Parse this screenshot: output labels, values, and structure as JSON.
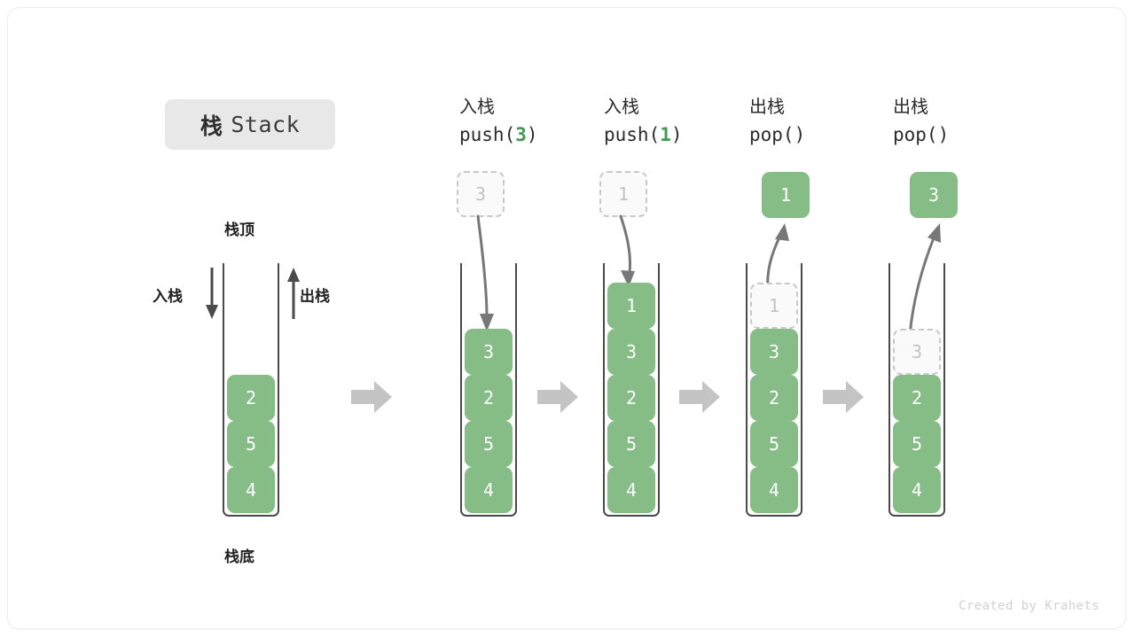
{
  "title": {
    "cn": "栈",
    "en": "Stack"
  },
  "labels": {
    "stack_top": "栈顶",
    "stack_bottom": "栈底",
    "push_side": "入栈",
    "pop_side": "出栈"
  },
  "colors": {
    "element_green": "#86bd86",
    "arg_green": "#3f9b52",
    "ghost_border": "#c9c9c9",
    "ghost_text": "#c3c3c3",
    "wall": "#4a4a4a",
    "block_arrow": "#c4c4c4",
    "motion_arrow": "#777777",
    "badge_bg": "#e8e8e8"
  },
  "steps": [
    {
      "id": "initial",
      "header_cn": "",
      "header_code_prefix": "",
      "header_code_arg": "",
      "header_code_suffix": "",
      "stack": [
        {
          "value": "4",
          "state": "solid"
        },
        {
          "value": "5",
          "state": "solid"
        },
        {
          "value": "2",
          "state": "solid"
        }
      ],
      "float_box": null
    },
    {
      "id": "push-3",
      "header_cn": "入栈",
      "header_code_prefix": "push(",
      "header_code_arg": "3",
      "header_code_suffix": ")",
      "stack": [
        {
          "value": "4",
          "state": "solid"
        },
        {
          "value": "5",
          "state": "solid"
        },
        {
          "value": "2",
          "state": "solid"
        },
        {
          "value": "3",
          "state": "solid"
        }
      ],
      "float_box": {
        "value": "3",
        "state": "ghost"
      }
    },
    {
      "id": "push-1",
      "header_cn": "入栈",
      "header_code_prefix": "push(",
      "header_code_arg": "1",
      "header_code_suffix": ")",
      "stack": [
        {
          "value": "4",
          "state": "solid"
        },
        {
          "value": "5",
          "state": "solid"
        },
        {
          "value": "2",
          "state": "solid"
        },
        {
          "value": "3",
          "state": "solid"
        },
        {
          "value": "1",
          "state": "solid"
        }
      ],
      "float_box": {
        "value": "1",
        "state": "ghost"
      }
    },
    {
      "id": "pop-1",
      "header_cn": "出栈",
      "header_code_prefix": "pop(",
      "header_code_arg": "",
      "header_code_suffix": ")",
      "stack": [
        {
          "value": "4",
          "state": "solid"
        },
        {
          "value": "5",
          "state": "solid"
        },
        {
          "value": "2",
          "state": "solid"
        },
        {
          "value": "3",
          "state": "solid"
        },
        {
          "value": "1",
          "state": "ghost"
        }
      ],
      "float_box": {
        "value": "1",
        "state": "solid"
      }
    },
    {
      "id": "pop-3",
      "header_cn": "出栈",
      "header_code_prefix": "pop(",
      "header_code_arg": "",
      "header_code_suffix": ")",
      "stack": [
        {
          "value": "4",
          "state": "solid"
        },
        {
          "value": "5",
          "state": "solid"
        },
        {
          "value": "2",
          "state": "solid"
        },
        {
          "value": "3",
          "state": "ghost"
        }
      ],
      "float_box": {
        "value": "3",
        "state": "solid"
      }
    }
  ],
  "footer": "Created by Krahets"
}
